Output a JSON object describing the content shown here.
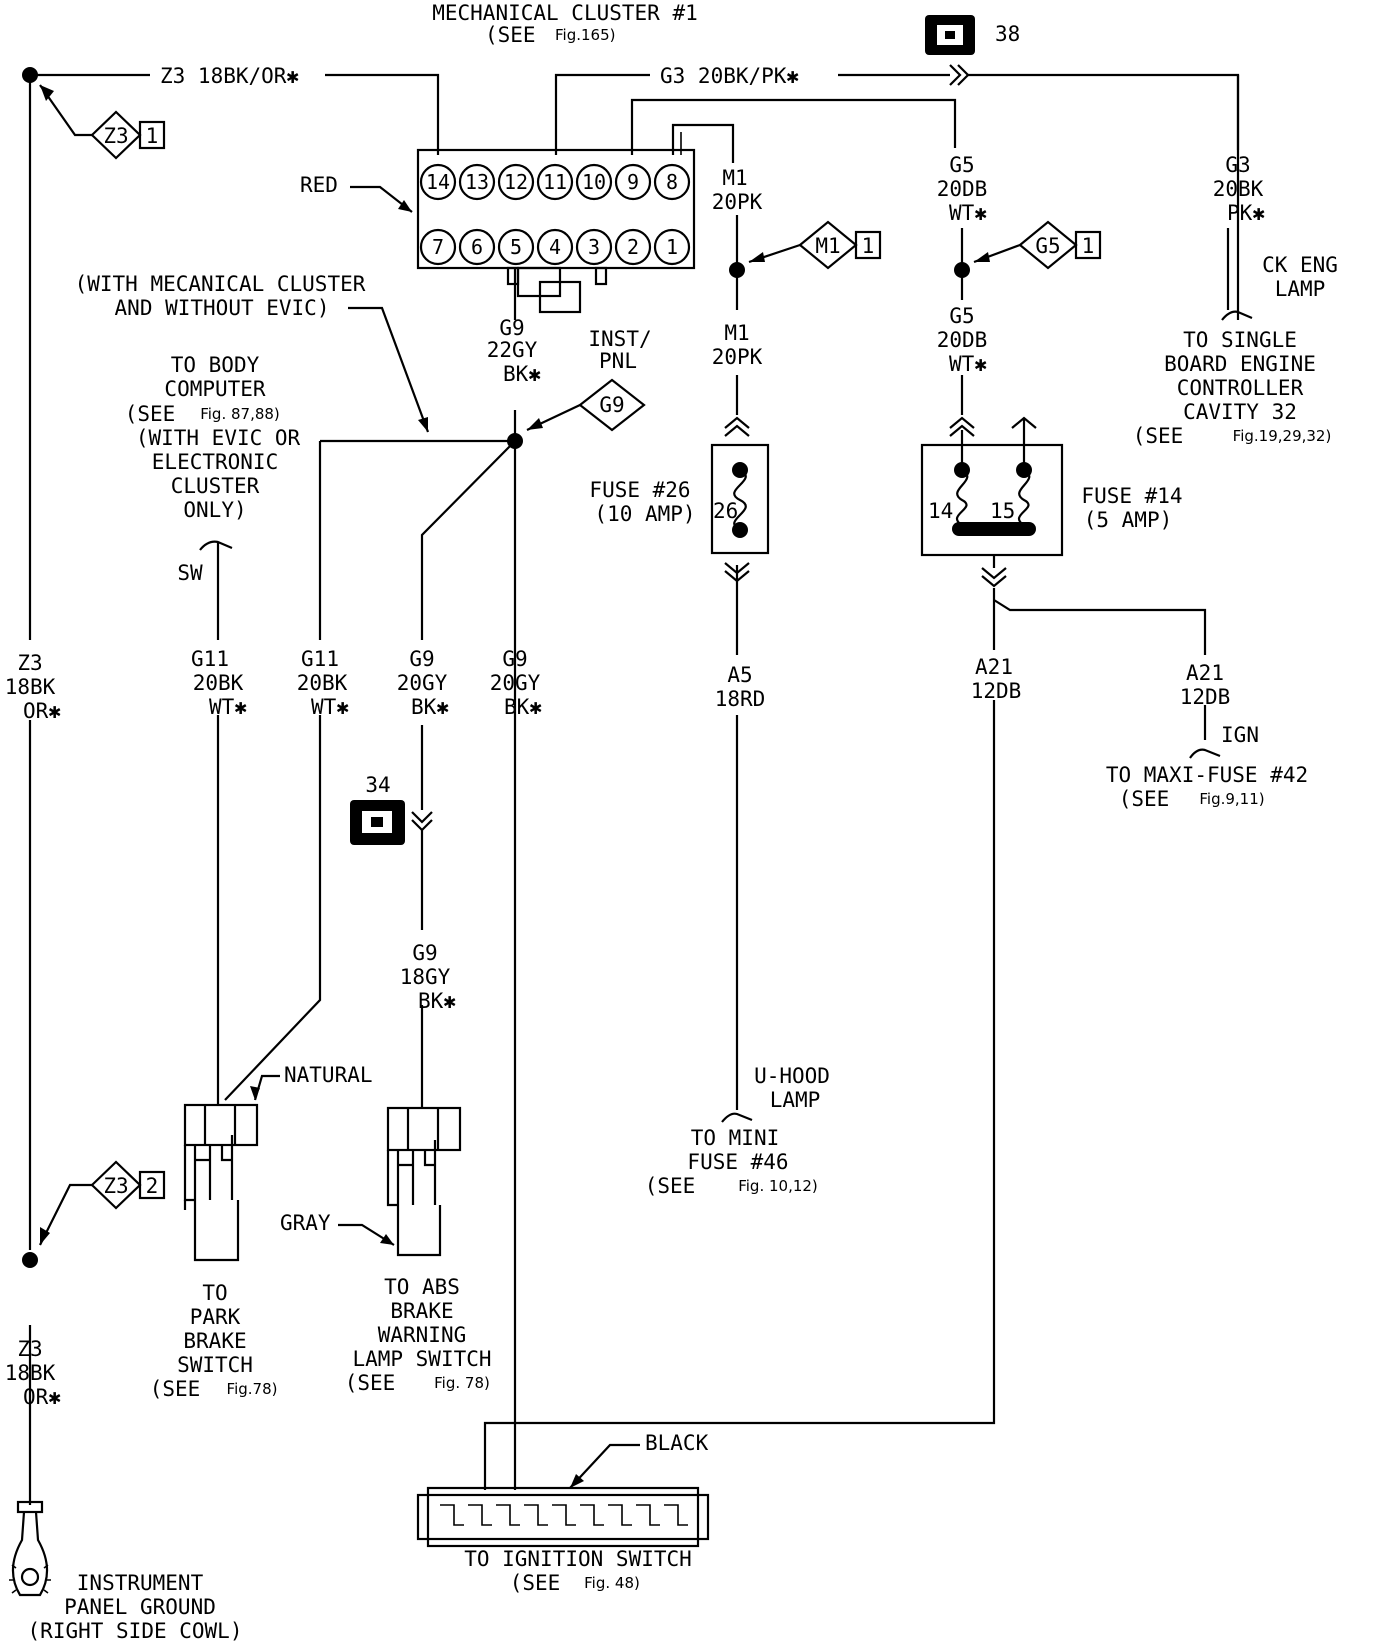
{
  "top": {
    "cluster_title": "MECHANICAL CLUSTER #1",
    "cluster_see": "(SEE",
    "cluster_fig": "Fig.165)",
    "conn38": "38"
  },
  "wires": {
    "z3_top": "Z3  18BK/OR✱",
    "g3_top": "G3  20BK/PK✱",
    "m1_a": [
      "M1",
      "20PK"
    ],
    "m1_b": [
      "M1",
      "20PK"
    ],
    "g5_a": [
      "G5",
      "20DB",
      "WT✱"
    ],
    "g5_b": [
      "G5",
      "20DB",
      "WT✱"
    ],
    "g3_right": [
      "G3",
      "20BK",
      "PK✱"
    ],
    "ck_eng": [
      "CK ENG",
      "LAMP"
    ],
    "g9_22": [
      "G9",
      "22GY",
      "BK✱"
    ],
    "z3_left": [
      "Z3",
      "18BK",
      "OR✱"
    ],
    "g11_a": [
      "G11",
      "20BK",
      "WT✱"
    ],
    "g11_b": [
      "G11",
      "20BK",
      "WT✱"
    ],
    "g9_20a": [
      "G9",
      "20GY",
      "BK✱"
    ],
    "g9_20b": [
      "G9",
      "20GY",
      "BK✱"
    ],
    "a5": [
      "A5",
      "18RD"
    ],
    "a21_a": [
      "A21",
      "12DB"
    ],
    "a21_b": [
      "A21",
      "12DB"
    ],
    "ign": "IGN",
    "g9_18": [
      "G9",
      "18GY",
      "BK✱"
    ],
    "z3_bottom": [
      "Z3",
      "18BK",
      "OR✱"
    ],
    "sw": "SW"
  },
  "labels": {
    "red": "RED",
    "mec_cluster_note": [
      "(WITH MECANICAL CLUSTER",
      "AND WITHOUT EVIC)"
    ],
    "body_computer": [
      "TO BODY",
      "COMPUTER",
      "(SEE",
      "Fig. 87,88)",
      "(WITH EVIC OR",
      "ELECTRONIC",
      "CLUSTER",
      "ONLY)"
    ],
    "inst_pnl": [
      "INST/",
      "PNL"
    ],
    "fuse26": [
      "FUSE #26",
      "(10 AMP)"
    ],
    "fuse26_num": "26",
    "fuse14": [
      "FUSE #14",
      "(5 AMP)"
    ],
    "fuse14_nums": [
      "14",
      "15"
    ],
    "sbec": [
      "TO SINGLE",
      "BOARD ENGINE",
      "CONTROLLER",
      "CAVITY 32",
      "(SEE",
      "Fig.19,29,32)"
    ],
    "maxi_fuse": [
      "TO MAXI-FUSE #42",
      "(SEE",
      "Fig.9,11)"
    ],
    "conn34": "34",
    "natural": "NATURAL",
    "gray": "GRAY",
    "black": "BLACK",
    "uhood": [
      "U-HOOD",
      "LAMP"
    ],
    "mini_fuse": [
      "TO MINI",
      "FUSE #46",
      "(SEE",
      "Fig. 10,12)"
    ],
    "park_brake": [
      "TO",
      "PARK",
      "BRAKE",
      "SWITCH",
      "(SEE",
      "Fig.78)"
    ],
    "abs_brake": [
      "TO ABS",
      "BRAKE",
      "WARNING",
      "LAMP SWITCH",
      "(SEE",
      "Fig. 78)"
    ],
    "ignition": [
      "TO IGNITION SWITCH",
      "(SEE",
      "Fig. 48)"
    ],
    "ground": [
      "INSTRUMENT",
      "PANEL GROUND",
      "(RIGHT SIDE COWL)"
    ]
  },
  "pins_top": [
    "14",
    "13",
    "12",
    "11",
    "10",
    "9",
    "8"
  ],
  "pins_bottom": [
    "7",
    "6",
    "5",
    "4",
    "3",
    "2",
    "1"
  ],
  "splices": {
    "z3_1": [
      "Z3",
      "1"
    ],
    "z3_2": [
      "Z3",
      "2"
    ],
    "m1_1": [
      "M1",
      "1"
    ],
    "g5_1": [
      "G5",
      "1"
    ],
    "g9": "G9"
  }
}
